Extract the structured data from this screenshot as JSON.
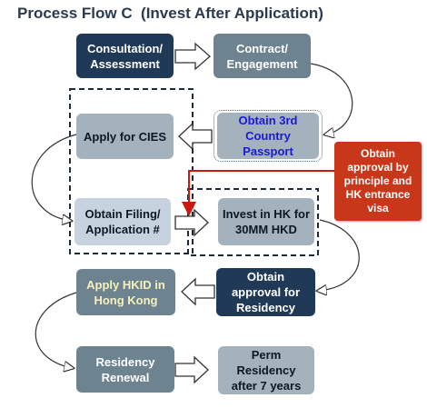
{
  "title": "Process Flow C  (Invest After Application)",
  "steps": {
    "consultation": "Consultation/\nAssessment",
    "contract": "Contract/\nEngagement",
    "obtain_passport": "Obtain 3rd\nCountry\nPassport",
    "apply_cies": "Apply for CIES",
    "obtain_filing": "Obtain Filing/\nApplication #",
    "invest_hk": "Invest in HK for\n30MM HKD",
    "obtain_residency_approval": "Obtain\napproval for\nResidency",
    "apply_hkid": "Apply HKID in\nHong Kong",
    "residency_renewal": "Residency\nRenewal",
    "perm_residency": "Perm\nResidency\nafter 7 years"
  },
  "callout": "Obtain\napproval by\nprinciple and\nHK entrance\nvisa",
  "colors": {
    "navy": "#203956",
    "slate": "#6d8390",
    "gray": "#a4b2bd",
    "light": "#c6d3df",
    "callout": "#c8371a",
    "passport_text": "#1a1ad6",
    "hkid_text": "#f6f1bd"
  }
}
